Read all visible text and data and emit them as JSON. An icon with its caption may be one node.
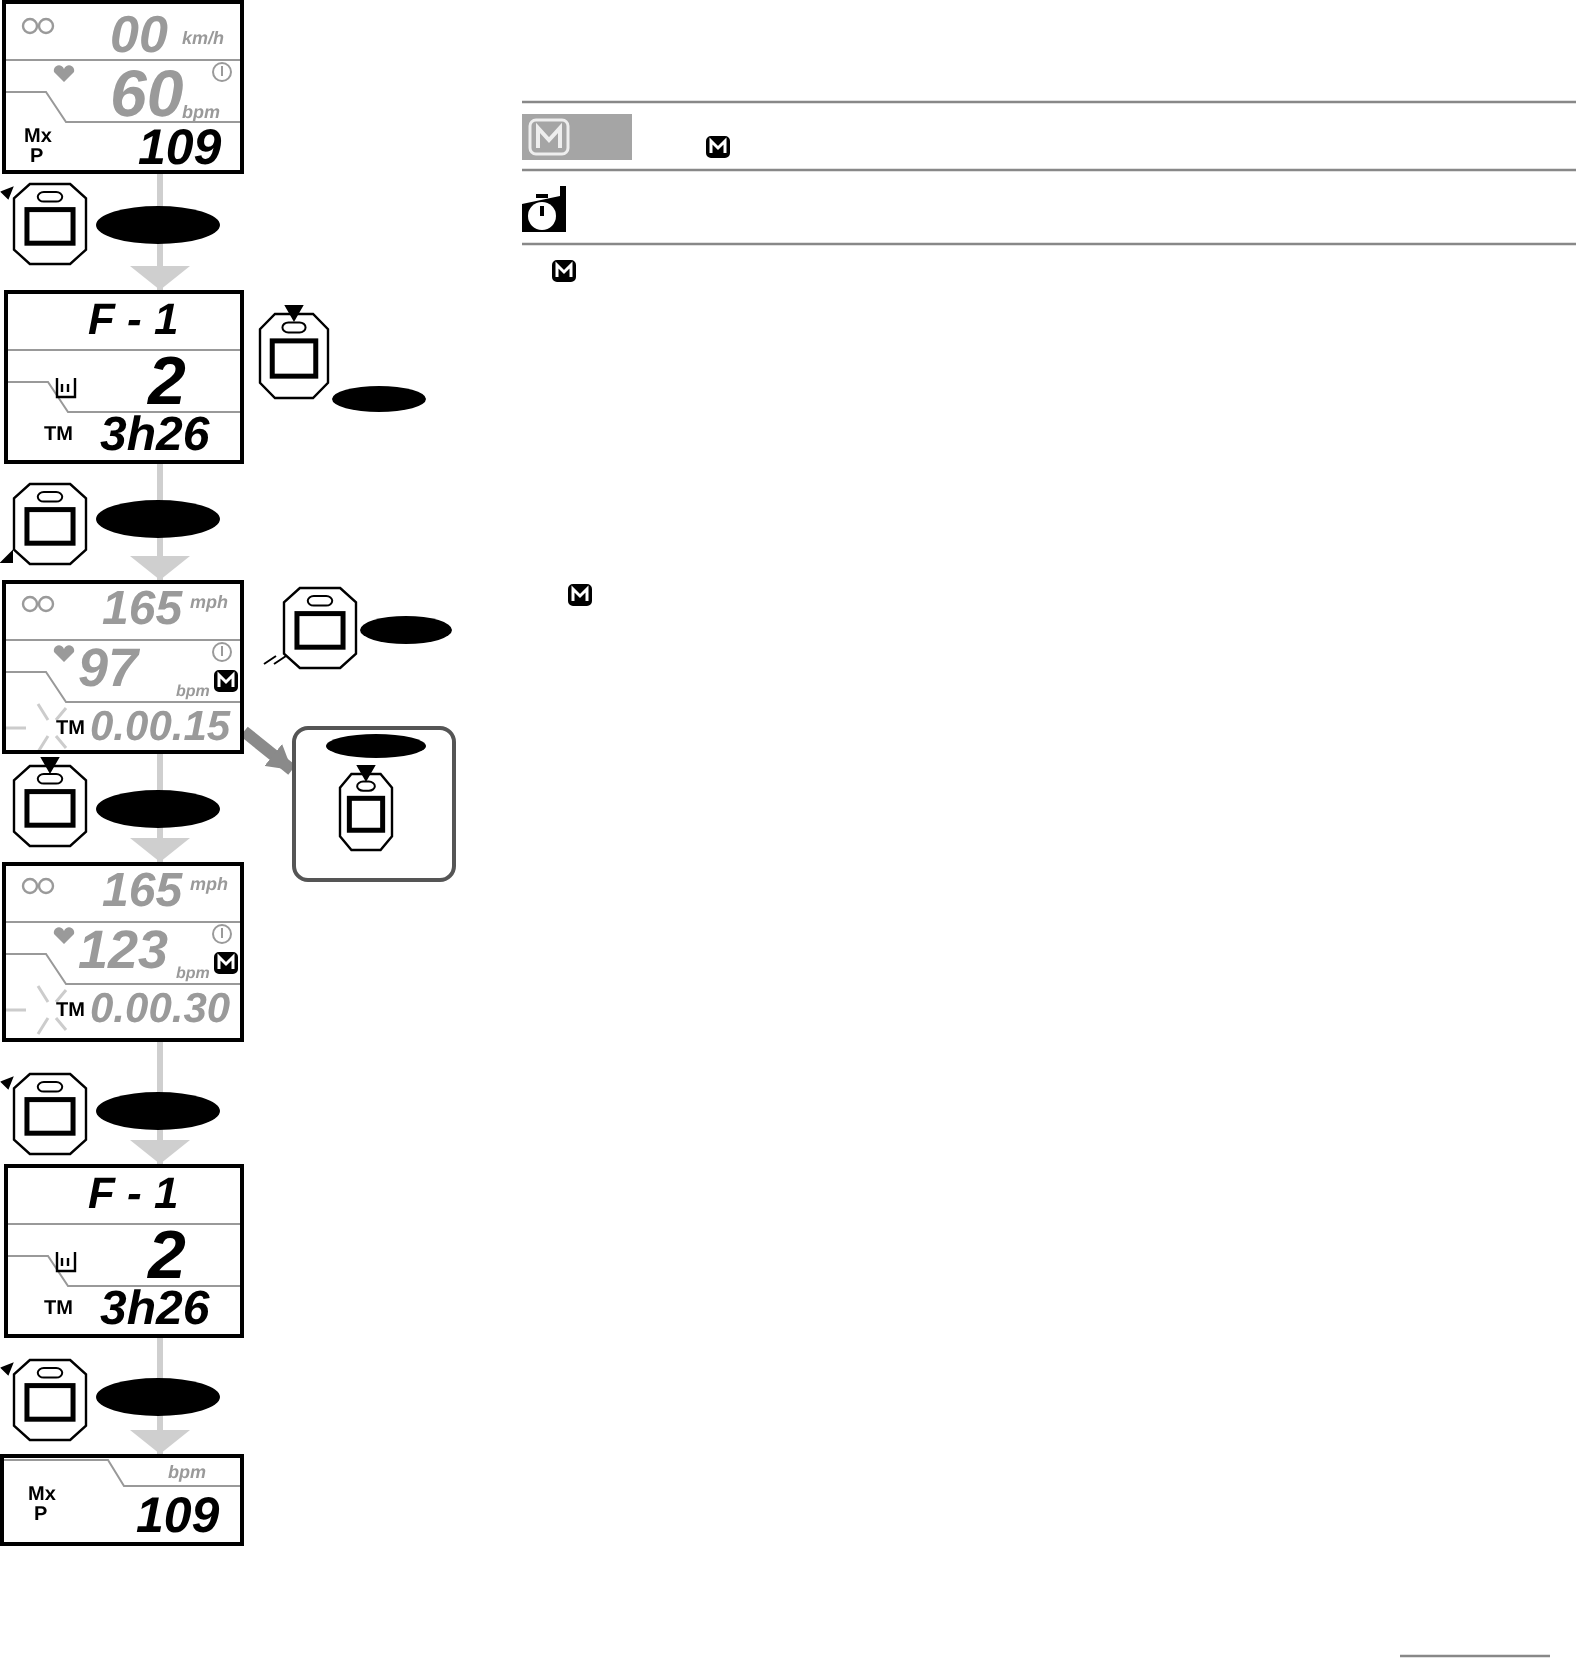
{
  "diagram": {
    "nodes": [
      {
        "text": [
          "00",
          "km/h",
          "60",
          "bpm",
          "Mx",
          "P",
          "109"
        ]
      },
      {
        "text": [
          "F - 1",
          "2",
          "TM",
          "3h26"
        ]
      },
      {
        "text": [
          "165",
          "mph",
          "97",
          "bpm",
          "TM",
          "0.00.15"
        ]
      },
      {
        "text": [
          "165",
          "mph",
          "123",
          "bpm",
          "TM",
          "0.00.30"
        ]
      },
      {
        "text": [
          "F - 1",
          "2",
          "TM",
          "3h26"
        ]
      },
      {
        "text": [
          "bpm",
          "Mx",
          "P",
          "109"
        ]
      },
      {
        "text": [],
        "shape": "box"
      }
    ],
    "edges": [
      {
        "from": 0,
        "to": 1,
        "arrow": "to"
      },
      {
        "from": 1,
        "to": 2,
        "arrow": "to"
      },
      {
        "from": 2,
        "to": 3,
        "arrow": "to"
      },
      {
        "from": 3,
        "to": 4,
        "arrow": "to"
      },
      {
        "from": 4,
        "to": 5,
        "arrow": "to"
      },
      {
        "from": 2,
        "to": 6,
        "arrow": "to",
        "style": "thick"
      }
    ]
  }
}
